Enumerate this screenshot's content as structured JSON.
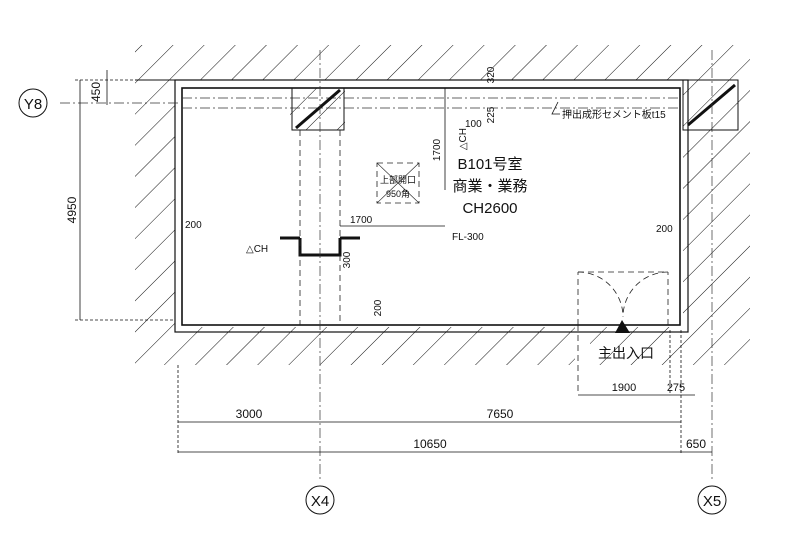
{
  "grid": {
    "y8": "Y8",
    "x4": "X4",
    "x5": "X5"
  },
  "room": {
    "number": "B101号室",
    "use": "商業・業務",
    "ceiling_height": "CH2600",
    "floor_level": "FL-300"
  },
  "annotations": {
    "wall_material": "押出成形セメント板t15",
    "opening_label": "上部開口",
    "opening_size": "950角",
    "ch_mark_top": "△CH",
    "ch_mark_left": "△CH",
    "entrance": "主出入口"
  },
  "dimensions": {
    "left_450": "450",
    "left_4950": "4950",
    "top_320": "320",
    "top_225": "225",
    "top_100": "100",
    "vert_1700": "1700",
    "horiz_1700": "1700",
    "step_300": "300",
    "wall_left_200": "200",
    "wall_right_200": "200",
    "wall_bottom_200": "200",
    "door_1900": "1900",
    "door_275": "275",
    "span_3000": "3000",
    "span_7650": "7650",
    "total_10650": "10650",
    "offset_650": "650"
  },
  "colors": {
    "line": "#111111",
    "background": "#ffffff"
  }
}
